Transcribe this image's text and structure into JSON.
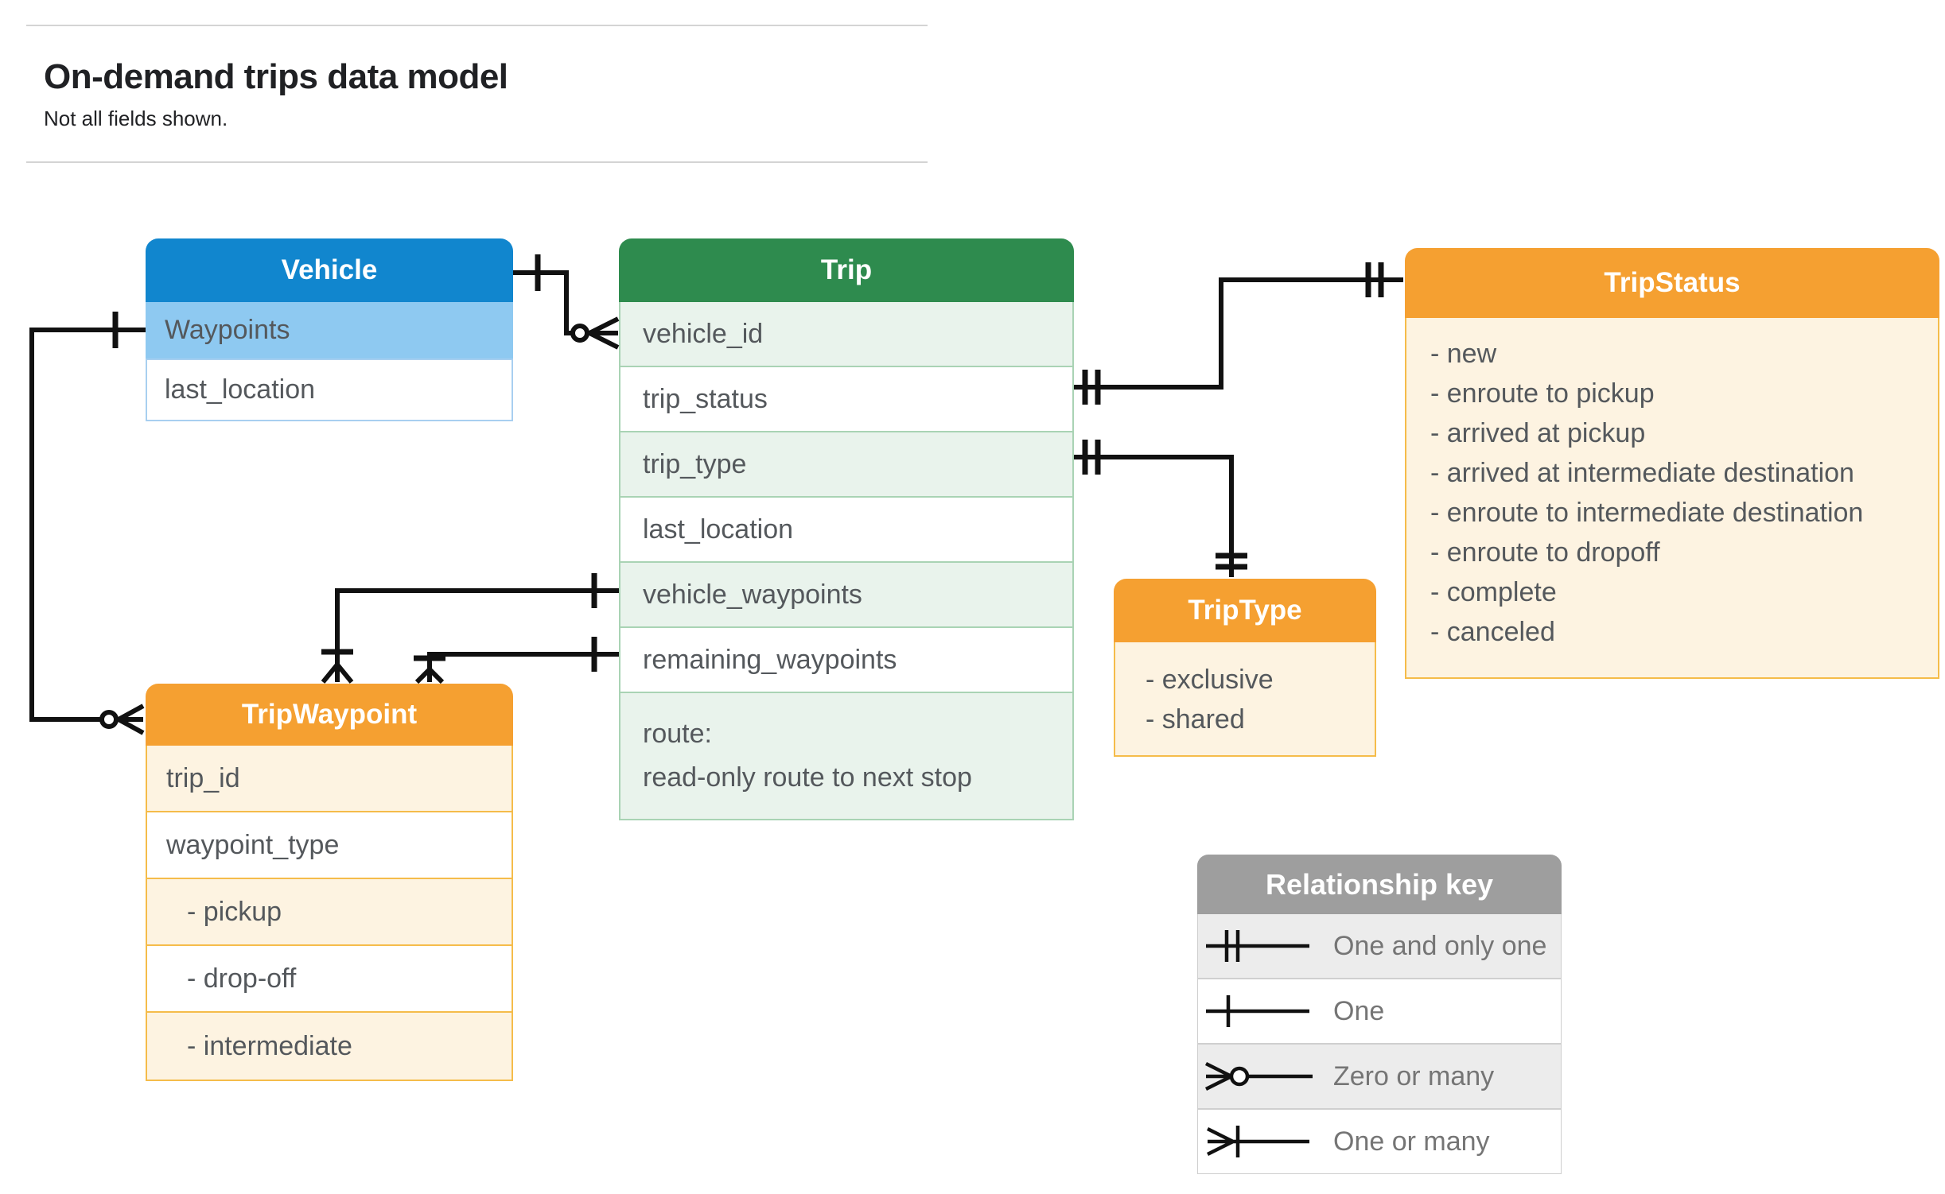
{
  "page": {
    "title": "On-demand trips data model",
    "subtitle": "Not all fields shown."
  },
  "entities": {
    "vehicle": {
      "title": "Vehicle",
      "rows": [
        "Waypoints",
        "last_location"
      ]
    },
    "trip": {
      "title": "Trip",
      "rows": [
        "vehicle_id",
        "trip_status",
        "trip_type",
        "last_location",
        "vehicle_waypoints",
        "remaining_waypoints"
      ],
      "route_label": "route:",
      "route_desc": "read-only route to next stop"
    },
    "trip_status": {
      "title": "TripStatus",
      "items": [
        "- new",
        "- enroute to pickup",
        "- arrived at pickup",
        "- arrived at intermediate destination",
        "- enroute to intermediate destination",
        "- enroute to dropoff",
        "- complete",
        "- canceled"
      ]
    },
    "trip_type": {
      "title": "TripType",
      "items": [
        "- exclusive",
        "- shared"
      ]
    },
    "trip_waypoint": {
      "title": "TripWaypoint",
      "rows": [
        "trip_id",
        "waypoint_type",
        "- pickup",
        "- drop-off",
        "- intermediate"
      ]
    }
  },
  "legend": {
    "title": "Relationship key",
    "items": [
      {
        "icon": "one-and-only-one",
        "label": "One and only one"
      },
      {
        "icon": "one",
        "label": "One"
      },
      {
        "icon": "zero-or-many",
        "label": "Zero or many"
      },
      {
        "icon": "one-or-many",
        "label": "One or many"
      }
    ]
  },
  "colors": {
    "vehicle_header": "#1186ce",
    "vehicle_row": "#8ec9f1",
    "vehicle_border": "#a8cff0",
    "trip_header": "#2e8b4e",
    "trip_row": "#e9f3ec",
    "trip_border": "#a9d3b4",
    "orange_header": "#f5a031",
    "orange_row": "#fdf3e1",
    "orange_border": "#f5bc4a",
    "legend_header": "#9e9e9e",
    "legend_row": "#ececec",
    "legend_border": "#cfcfcf",
    "connector": "#111111",
    "row_text": "#54585c",
    "legend_text": "#757575",
    "title_text": "#202124",
    "rule": "#d4d4d4"
  }
}
